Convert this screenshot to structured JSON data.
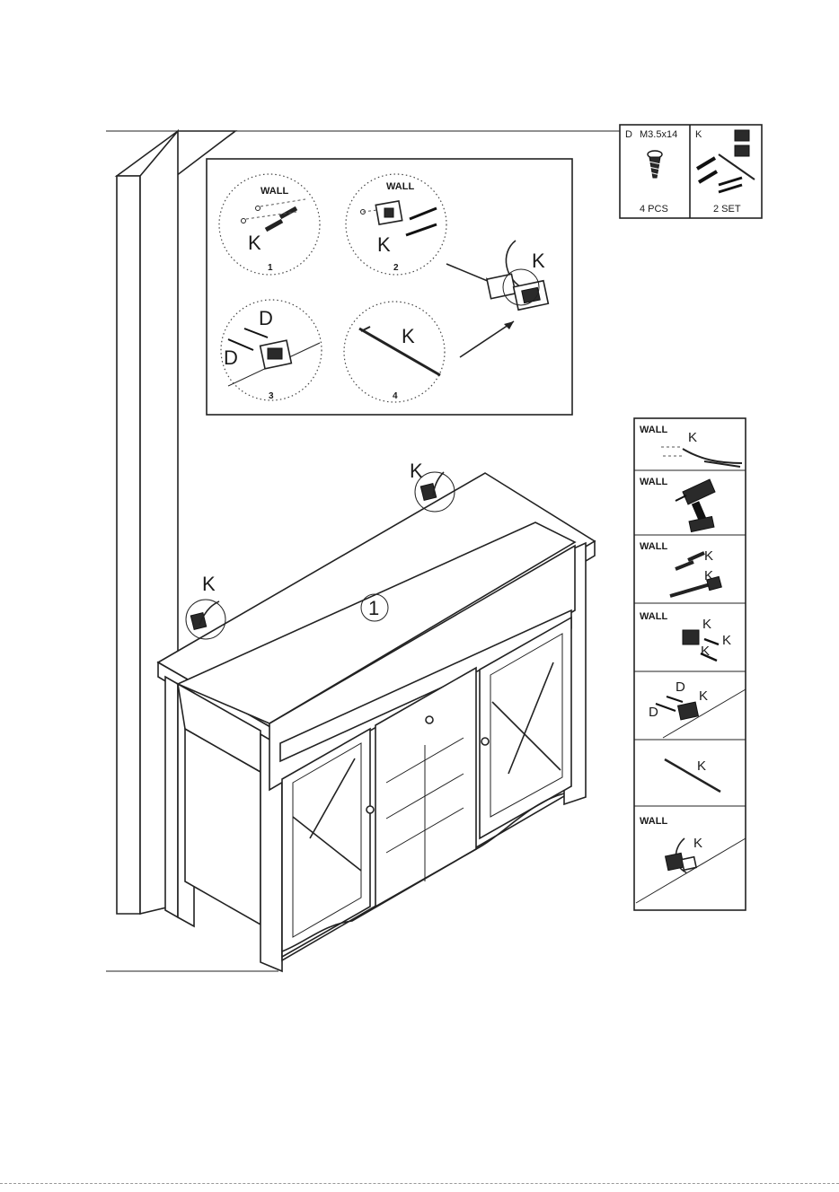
{
  "parts": {
    "d": {
      "letter": "D",
      "spec": "M3.5x14",
      "qty": "4 PCS"
    },
    "k": {
      "letter": "K",
      "qty": "2 SET"
    }
  },
  "steps": [
    {
      "number": "1",
      "wall": "WALL",
      "part": "K"
    },
    {
      "number": "2",
      "wall": "WALL",
      "part": "K"
    },
    {
      "number": "3",
      "part": "D"
    },
    {
      "number": "4",
      "part": "K"
    }
  ],
  "result_label": "K",
  "main": {
    "step_marker": "1",
    "left_label": "K",
    "right_label": "K"
  },
  "sidebar": [
    {
      "wall": "WALL",
      "labels": [
        "K"
      ]
    },
    {
      "wall": "WALL",
      "labels": []
    },
    {
      "wall": "WALL",
      "labels": [
        "K",
        "K"
      ]
    },
    {
      "wall": "WALL",
      "labels": [
        "K",
        "K",
        "K"
      ]
    },
    {
      "wall": "",
      "labels": [
        "D",
        "D",
        "K"
      ]
    },
    {
      "wall": "",
      "labels": [
        "K"
      ]
    },
    {
      "wall": "WALL",
      "labels": [
        "K"
      ]
    }
  ]
}
